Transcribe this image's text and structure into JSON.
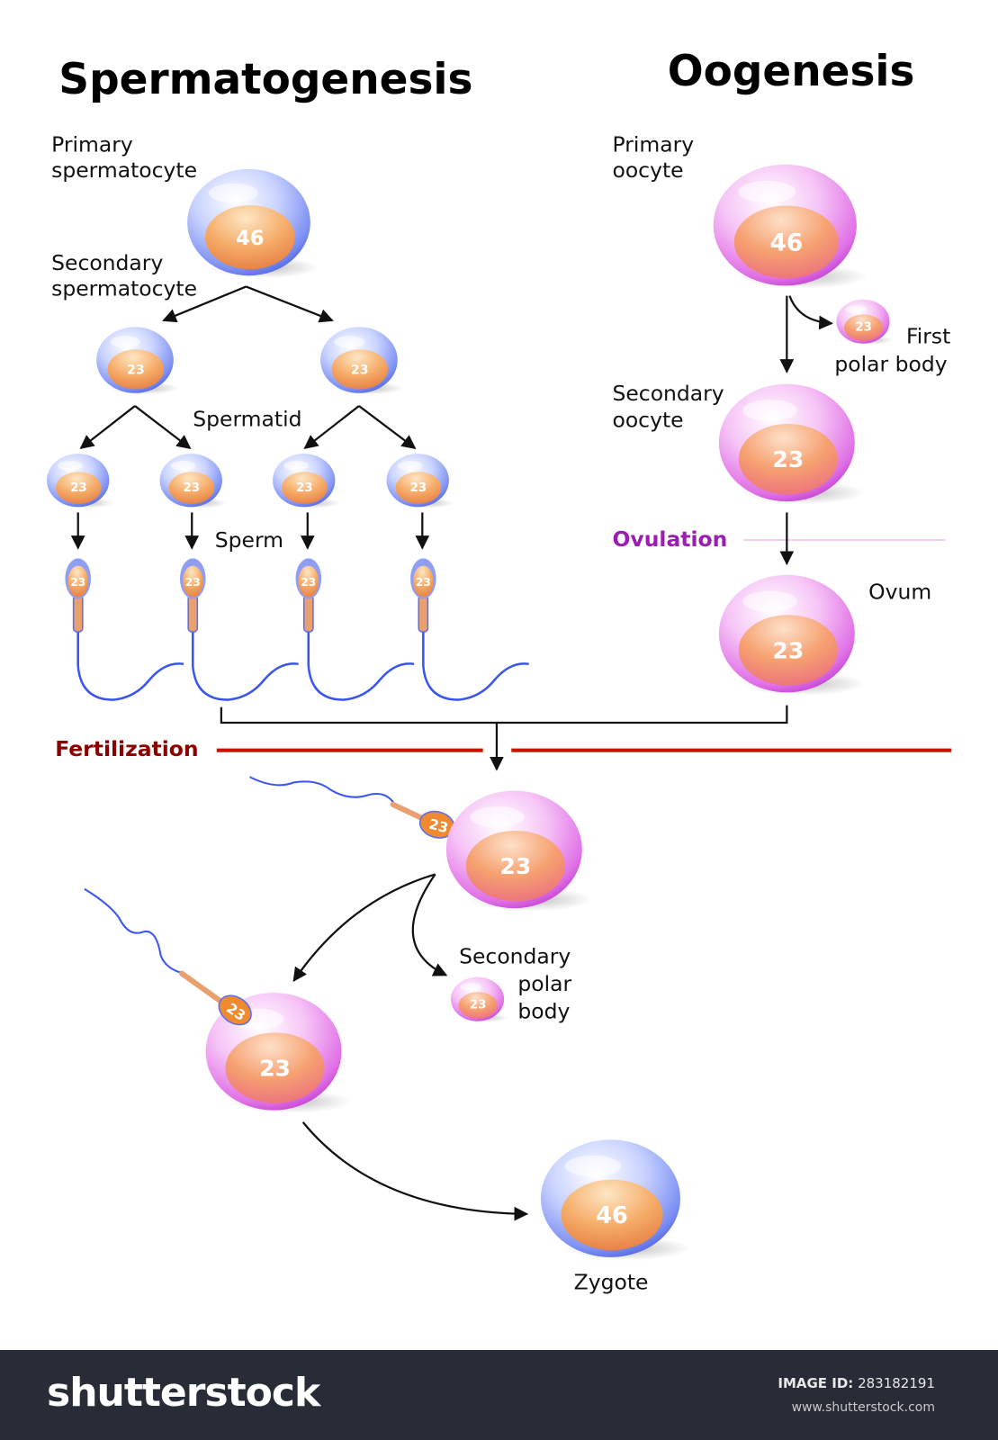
{
  "titles": {
    "spermatogenesis": "Spermatogenesis",
    "oogenesis": "Oogenesis"
  },
  "labels": {
    "primary_spermatocyte": [
      "Primary",
      "spermatocyte"
    ],
    "secondary_spermatocyte": [
      "Secondary",
      "spermatocyte"
    ],
    "spermatid": "Spermatid",
    "sperm": "Sperm",
    "primary_oocyte": [
      "Primary",
      "oocyte"
    ],
    "first_polar_body": [
      "First",
      "polar body"
    ],
    "secondary_oocyte": [
      "Secondary",
      "oocyte"
    ],
    "ovulation": "Ovulation",
    "ovum": "Ovum",
    "fertilization": "Fertilization",
    "secondary_polar_body": [
      "Secondary",
      "polar",
      "body"
    ],
    "zygote": "Zygote"
  },
  "chromosomes": {
    "diploid": "46",
    "haploid": "23"
  },
  "colors": {
    "ovulation": "#9a1fb0",
    "fertilization": "#8b0000",
    "fertilization_line": "#cc1100",
    "blue_cell": "#6a7ff0",
    "pink_cell": "#d860e0",
    "nucleus": "#f4a25e",
    "footer": "#282c37"
  },
  "footer": {
    "logo": "shutterstock",
    "image_id_label": "IMAGE ID:",
    "image_id": "283182191",
    "site": "www.shutterstock.com"
  }
}
